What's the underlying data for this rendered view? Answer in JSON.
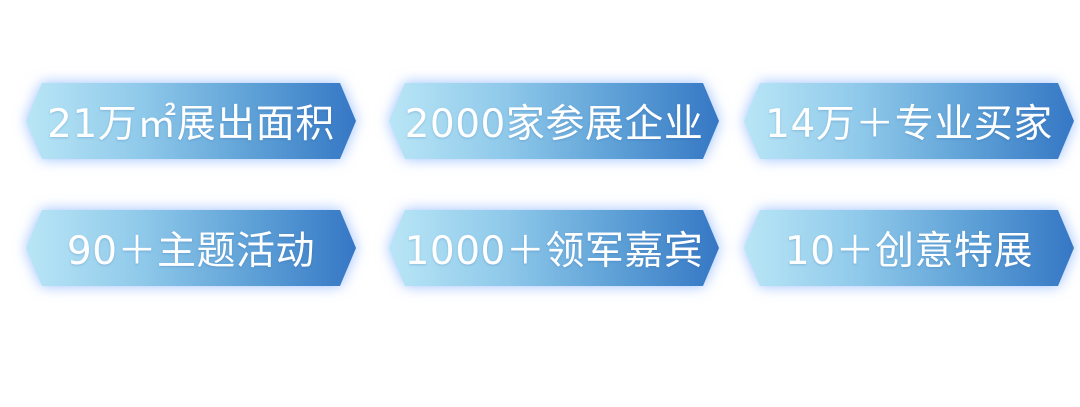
{
  "stats": {
    "items": [
      {
        "label": "21万㎡展出面积"
      },
      {
        "label": "2000家参展企业"
      },
      {
        "label": "14万＋专业买家"
      },
      {
        "label": "90＋主题活动"
      },
      {
        "label": "1000＋领军嘉宾"
      },
      {
        "label": "10＋创意特展"
      }
    ]
  },
  "colors": {
    "gradient_start": "#b9e6f6",
    "gradient_end": "#3577c4",
    "glow": "#78aaff",
    "text": "#ffffff"
  }
}
